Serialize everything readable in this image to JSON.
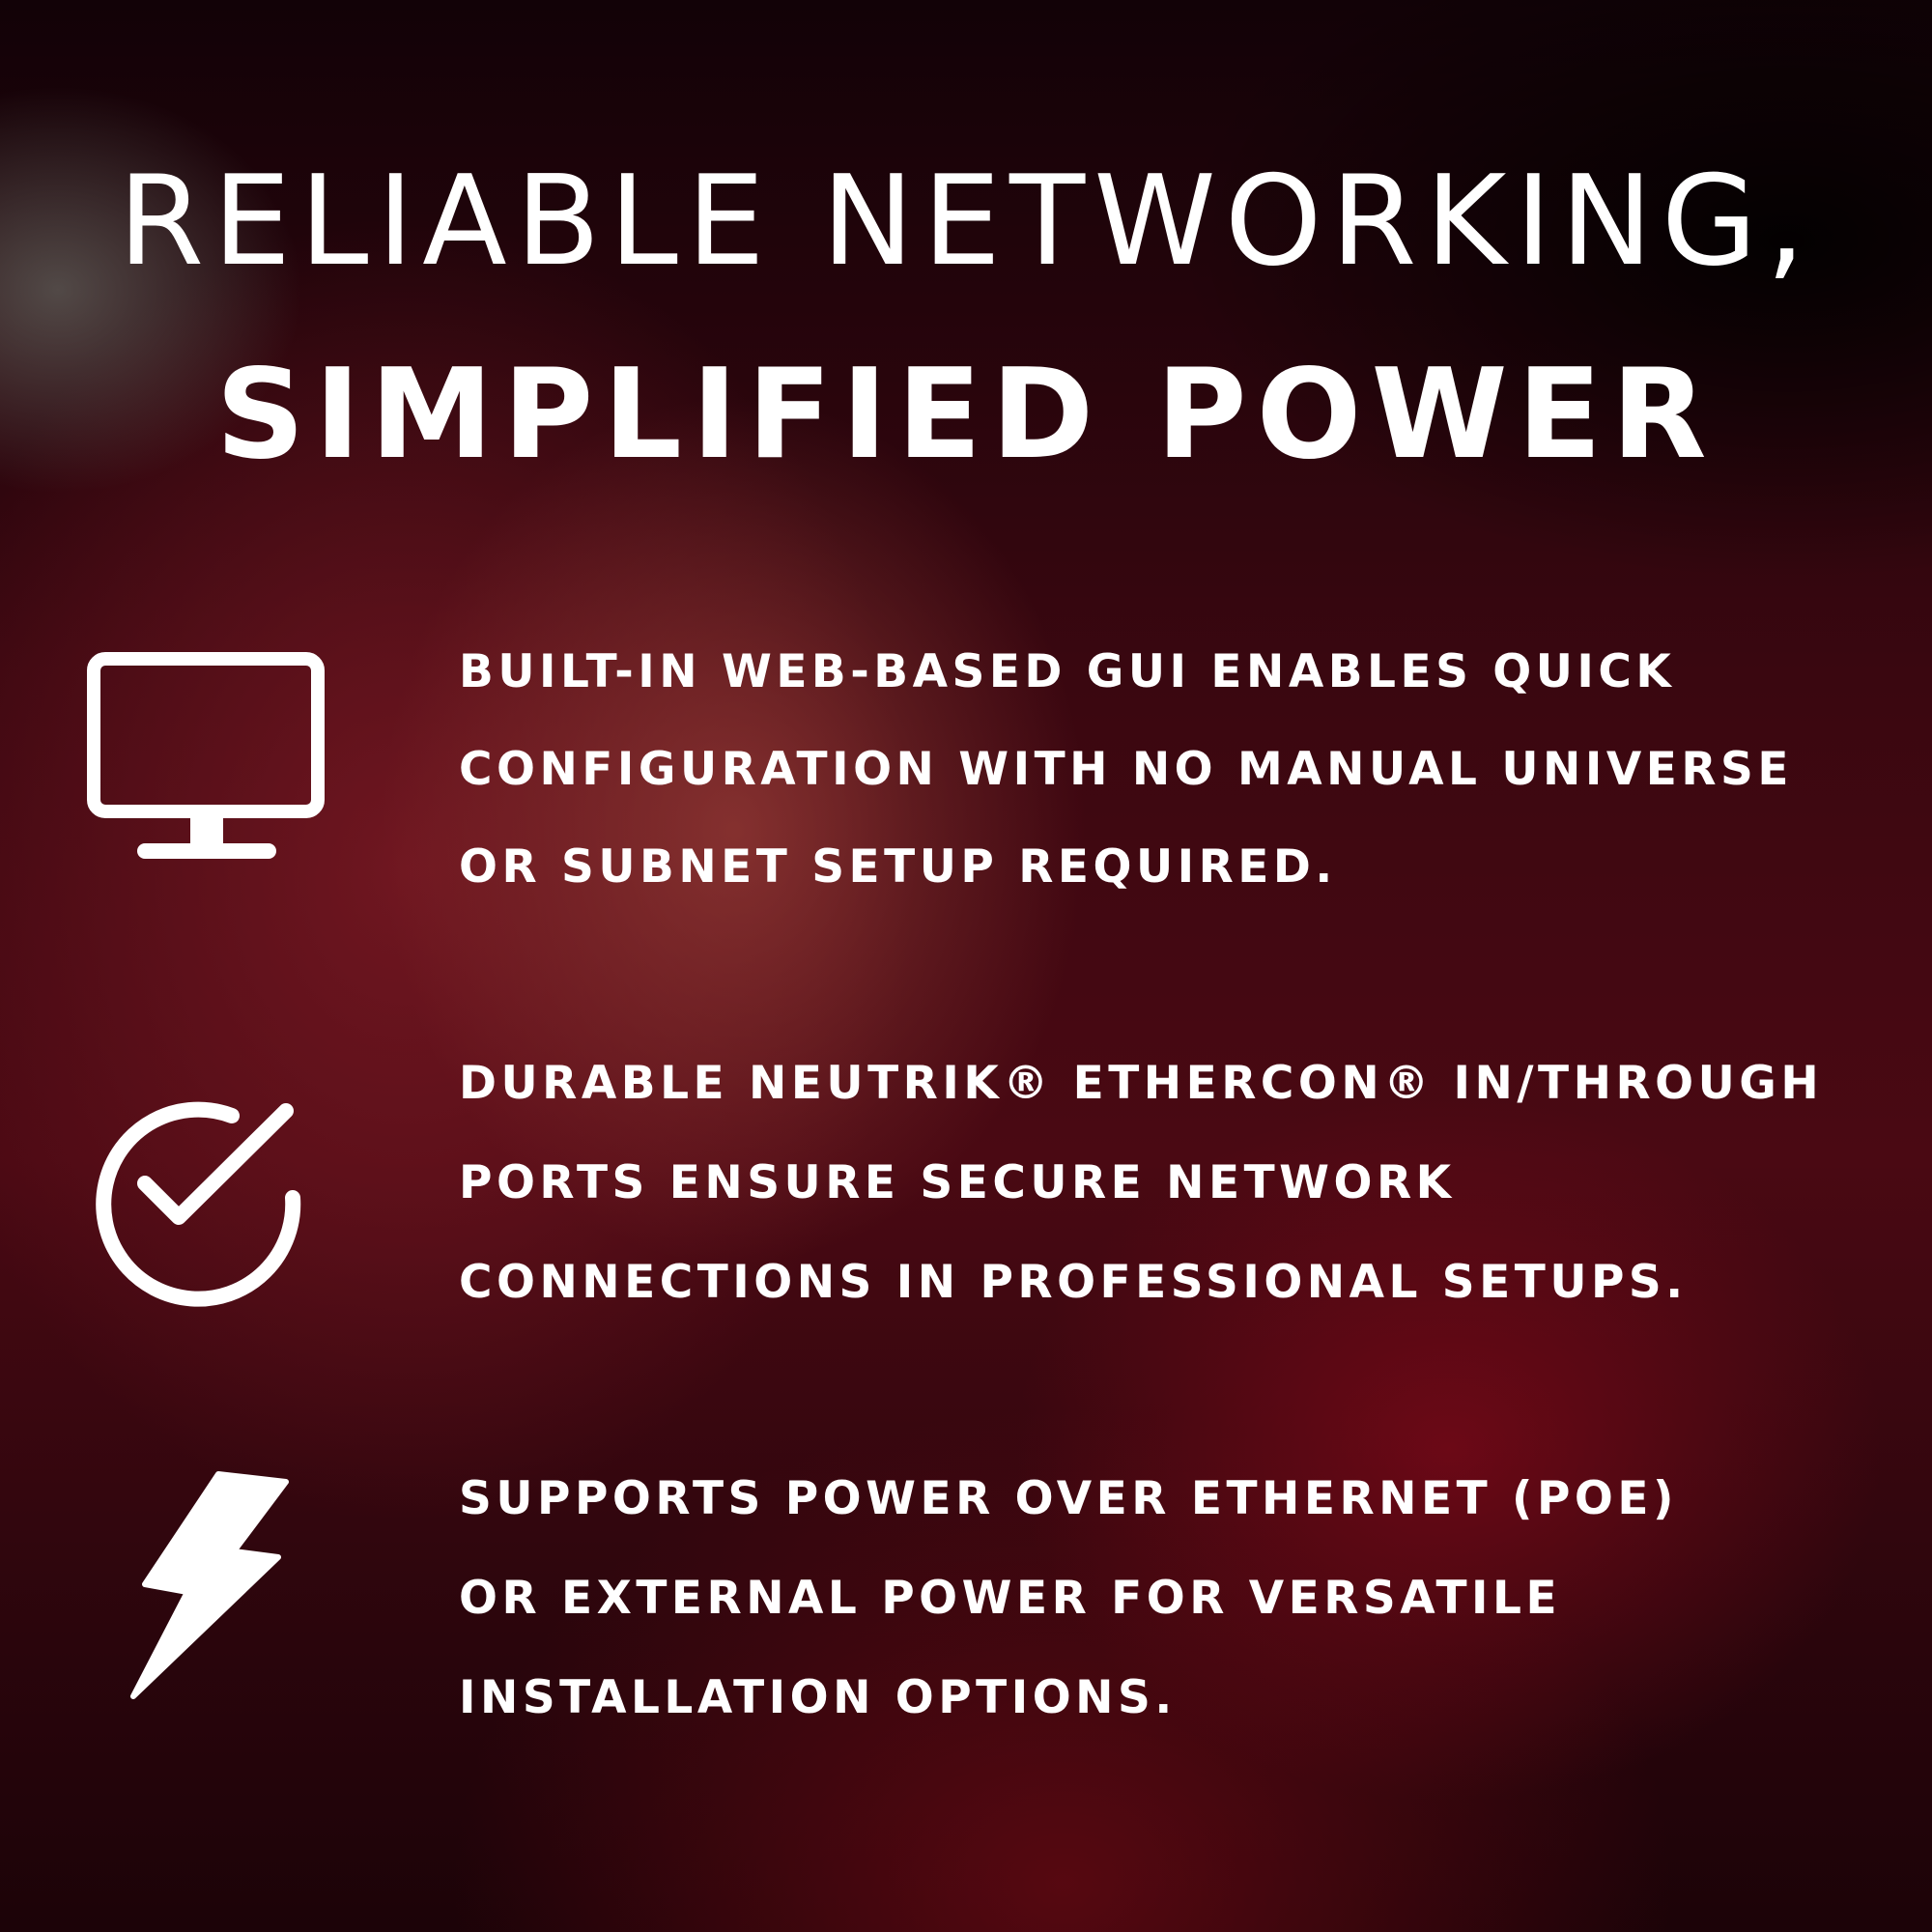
{
  "colors": {
    "text": "#ffffff",
    "background_dark": "#120207",
    "background_red": "#4a0913"
  },
  "title": {
    "line1": "RELIABLE NETWORKING,",
    "line2": "SIMPLIFIED POWER"
  },
  "features": [
    {
      "icon": "monitor-icon",
      "lines": [
        "BUILT-IN WEB-BASED GUI ENABLES QUICK",
        "CONFIGURATION WITH NO MANUAL UNIVERSE",
        "OR SUBNET SETUP REQUIRED."
      ]
    },
    {
      "icon": "check-circle-icon",
      "lines": [
        "DURABLE NEUTRIK® ETHERCON® IN/THROUGH",
        "PORTS ENSURE SECURE NETWORK",
        "CONNECTIONS IN PROFESSIONAL SETUPS."
      ]
    },
    {
      "icon": "lightning-bolt-icon",
      "lines": [
        "SUPPORTS POWER OVER ETHERNET (POE)",
        "OR EXTERNAL POWER FOR VERSATILE",
        "INSTALLATION OPTIONS."
      ]
    }
  ]
}
